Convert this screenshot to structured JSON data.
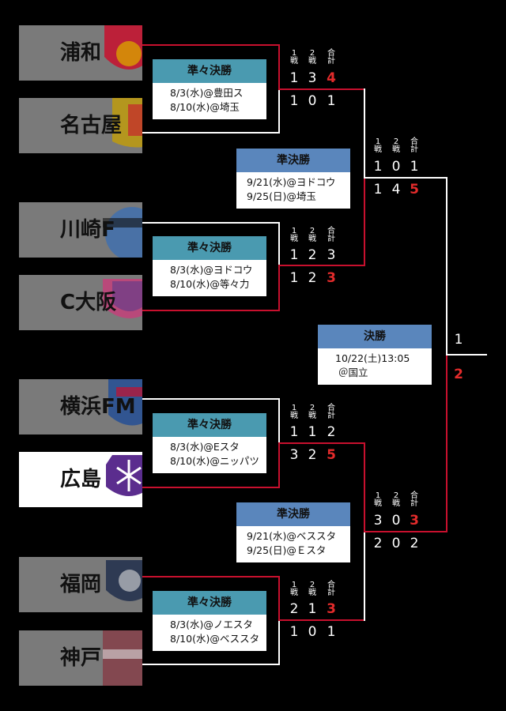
{
  "teams": [
    {
      "name": "浦和",
      "emblem": "urawa-emblem"
    },
    {
      "name": "名古屋",
      "emblem": "nagoya-emblem"
    },
    {
      "name": "川崎F",
      "emblem": "kawasaki-emblem"
    },
    {
      "name": "C大阪",
      "emblem": "cerezo-emblem"
    },
    {
      "name": "横浜FM",
      "emblem": "yokohama-emblem"
    },
    {
      "name": "広島",
      "emblem": "hiroshima-emblem"
    },
    {
      "name": "福岡",
      "emblem": "fukuoka-emblem"
    },
    {
      "name": "神戸",
      "emblem": "kobe-emblem"
    }
  ],
  "score_labels": {
    "leg1": "1\n戦",
    "leg2": "2\n戦",
    "agg": "合\n計"
  },
  "quarterfinals": [
    {
      "title": "準々決勝",
      "dates": [
        "8/3(水)@豊田ス",
        "8/10(水)@埼玉"
      ],
      "top": [
        "1",
        "3",
        "4"
      ],
      "bottom": [
        "1",
        "0",
        "1"
      ]
    },
    {
      "title": "準々決勝",
      "dates": [
        "8/3(水)@ヨドコウ",
        "8/10(水)@等々力"
      ],
      "top": [
        "1",
        "2",
        "3"
      ],
      "bottom": [
        "1",
        "2",
        "3"
      ]
    },
    {
      "title": "準々決勝",
      "dates": [
        "8/3(水)@Eスタ",
        "8/10(水)@ニッパツ"
      ],
      "top": [
        "1",
        "1",
        "2"
      ],
      "bottom": [
        "3",
        "2",
        "5"
      ]
    },
    {
      "title": "準々決勝",
      "dates": [
        "8/3(水)@ノエスタ",
        "8/10(水)@ベススタ"
      ],
      "top": [
        "2",
        "1",
        "3"
      ],
      "bottom": [
        "1",
        "0",
        "1"
      ]
    }
  ],
  "semifinals": [
    {
      "title": "準決勝",
      "dates": [
        "9/21(水)@ヨドコウ",
        "9/25(日)@埼玉"
      ],
      "top": [
        "1",
        "0",
        "1"
      ],
      "bottom": [
        "1",
        "4",
        "5"
      ]
    },
    {
      "title": "準決勝",
      "dates": [
        "9/21(水)@ベススタ",
        "9/25(日)@Ｅスタ"
      ],
      "top": [
        "3",
        "0",
        "3"
      ],
      "bottom": [
        "2",
        "0",
        "2"
      ]
    }
  ],
  "final": {
    "title": "決勝",
    "dates": [
      "10/22(土)13:05",
      "＠国立"
    ],
    "top": "1",
    "bottom": "2"
  },
  "colors": {
    "advance_line": "#c8102e",
    "line": "#ffffff",
    "qf_header": "#4a9ab0",
    "sf_header": "#5a86bc",
    "highlight_score": "#e32b2b"
  }
}
